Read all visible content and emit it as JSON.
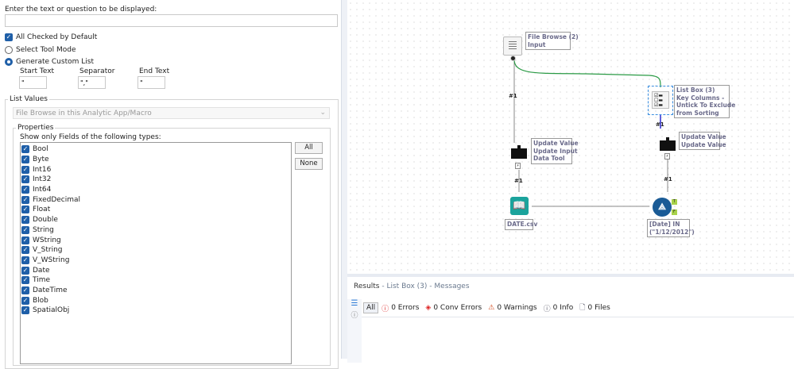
{
  "config": {
    "prompt_label": "Enter the text or question to be displayed:",
    "prompt_value": "",
    "all_checked_label": "All Checked by Default",
    "select_tool_mode_label": "Select Tool Mode",
    "generate_custom_list_label": "Generate Custom List",
    "start_text_label": "Start Text",
    "start_text_value": "\"",
    "separator_label": "Separator",
    "separator_value": "\",\"",
    "end_text_label": "End Text",
    "end_text_value": "\"",
    "list_values_label": "List Values",
    "list_values_select": "File Browse in this Analytic App/Macro",
    "properties_label": "Properties",
    "show_only_label": "Show only Fields of the following types:",
    "field_types": [
      "Bool",
      "Byte",
      "Int16",
      "Int32",
      "Int64",
      "FixedDecimal",
      "Float",
      "Double",
      "String",
      "WString",
      "V_String",
      "V_WString",
      "Date",
      "Time",
      "DateTime",
      "Blob",
      "SpatialObj"
    ],
    "all_button": "All",
    "none_button": "None"
  },
  "workflow": {
    "file_browse_label": "File Browse (2)\nInput",
    "list_box_label": "List Box (3)\nKey Columns -\nUntick To Exclude\nfrom Sorting",
    "update_left_label": "Update Value\nUpdate Input\nData Tool",
    "update_right_label": "Update Value\nUpdate Value",
    "input_label": "DATE.csv",
    "filter_label": "[Date] IN\n(\"1/12/2012\")",
    "conn_labels": [
      "#1",
      "#1",
      "#1",
      "#1"
    ],
    "anchors": {
      "lightning": "⚡",
      "true": "T",
      "false": "F"
    }
  },
  "results": {
    "title": "Results",
    "crumb": "- List Box (3) - Messages",
    "all": "All",
    "errors": "0 Errors",
    "conv_errors": "0 Conv Errors",
    "warnings": "0 Warnings",
    "info": "0 Info",
    "files": "0 Files"
  }
}
